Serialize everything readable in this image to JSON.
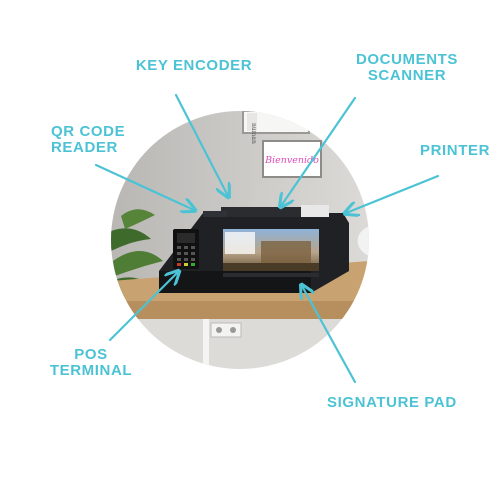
{
  "labels": {
    "key_encoder": "KEY ENCODER",
    "documents_scanner_line1": "DOCUMENTS",
    "documents_scanner_line2": "SCANNER",
    "qr_code_reader_line1": "QR CODE",
    "qr_code_reader_line2": "READER",
    "printer": "PRINTER",
    "pos_terminal_line1": "POS",
    "pos_terminal_line2": "TERMINAL",
    "signature_pad": "SIGNATURE PAD"
  },
  "photo": {
    "wall_sign": "Bienvenido",
    "frame_text": "numan"
  },
  "colors": {
    "accent": "#4cc3d4",
    "sign_text": "#e04bb8",
    "kiosk": "#1f2124",
    "table": "#c9a271",
    "wall": "#c7c5c2"
  }
}
